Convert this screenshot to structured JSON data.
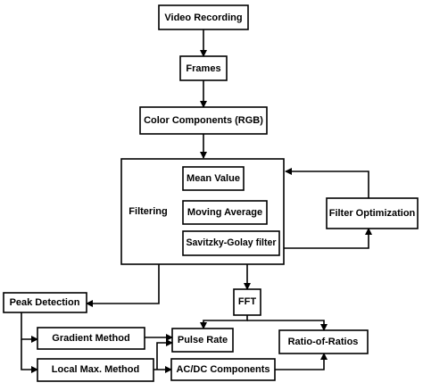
{
  "diagram": {
    "nodes": {
      "video_recording": "Video Recording",
      "frames": "Frames",
      "color_components": "Color Components (RGB)",
      "filtering": "Filtering",
      "mean_value": "Mean Value",
      "moving_average": "Moving Average",
      "savitzky_golay": "Savitzky-Golay filter",
      "filter_optimization": "Filter Optimization",
      "peak_detection": "Peak Detection",
      "fft": "FFT",
      "gradient_method": "Gradient Method",
      "pulse_rate": "Pulse Rate",
      "ratio_of_ratios": "Ratio-of-Ratios",
      "local_max_method": "Local Max. Method",
      "ac_dc_components": "AC/DC Components"
    },
    "edges": [
      [
        "video_recording",
        "frames"
      ],
      [
        "frames",
        "color_components"
      ],
      [
        "color_components",
        "filtering"
      ],
      [
        "filtering",
        "filter_optimization"
      ],
      [
        "filter_optimization",
        "filtering"
      ],
      [
        "filtering",
        "peak_detection"
      ],
      [
        "filtering",
        "fft"
      ],
      [
        "peak_detection",
        "gradient_method"
      ],
      [
        "peak_detection",
        "local_max_method"
      ],
      [
        "gradient_method",
        "pulse_rate"
      ],
      [
        "local_max_method",
        "pulse_rate"
      ],
      [
        "local_max_method",
        "ac_dc_components"
      ],
      [
        "fft",
        "pulse_rate"
      ],
      [
        "fft",
        "ratio_of_ratios"
      ],
      [
        "ac_dc_components",
        "ratio_of_ratios"
      ]
    ]
  }
}
